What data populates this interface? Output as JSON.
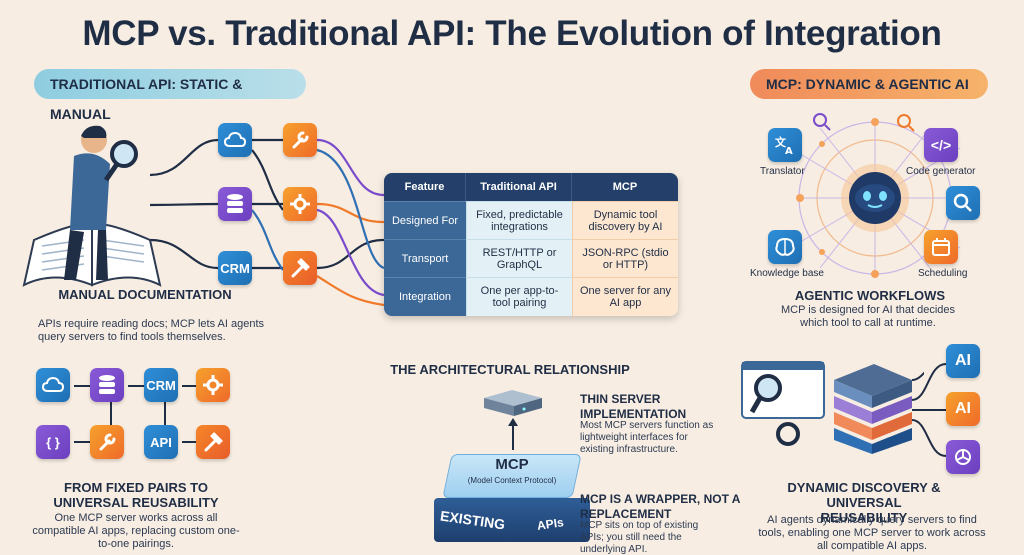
{
  "title": "MCP vs. Traditional API: The Evolution of Integration",
  "left_pill": "TRADITIONAL API: STATIC & MANUAL",
  "right_pill": "MCP: DYNAMIC & AGENTIC AI",
  "manual": {
    "heading": "MANUAL DOCUMENTATION",
    "body": "APIs require reading docs; MCP lets AI agents query servers to find tools themselves."
  },
  "left_tiles": {
    "crm": "CRM"
  },
  "table": {
    "headers": [
      "Feature",
      "Traditional API",
      "MCP"
    ],
    "rows": [
      {
        "feature": "Designed For",
        "traditional": "Fixed, predictable integrations",
        "mcp": "Dynamic tool discovery by AI"
      },
      {
        "feature": "Transport",
        "traditional": "REST/HTTP or GraphQL",
        "mcp": "JSON-RPC (stdio or HTTP)"
      },
      {
        "feature": "Integration",
        "traditional": "One per app-to-tool pairing",
        "mcp": "One server for any AI app"
      }
    ]
  },
  "agentic": {
    "labels": {
      "translator": "Translator",
      "code": "Code generator",
      "knowledge": "Knowledge base",
      "scheduling": "Scheduling"
    },
    "heading": "AGENTIC WORKFLOWS",
    "body": "MCP is designed for AI that decides which tool to call at runtime."
  },
  "fixed_pairs": {
    "tiles": {
      "crm": "CRM",
      "api": "API",
      "braces": "{ }"
    },
    "heading": "FROM FIXED PAIRS TO UNIVERSAL REUSABILITY",
    "body": "One MCP server works across all compatible AI apps, replacing custom one-to-one pairings."
  },
  "architecture": {
    "heading": "THE ARCHITECTURAL RELATIONSHIP",
    "thin_heading": "THIN SERVER IMPLEMENTATION",
    "thin_body": "Most MCP servers function as lightweight interfaces for existing infrastructure.",
    "mcp_label": "MCP",
    "mcp_sub": "(Model Context Protocol)",
    "existing_label": "EXISTING",
    "apis_label": "APIs",
    "wrapper_heading": "MCP IS A WRAPPER, NOT A REPLACEMENT",
    "wrapper_body": "MCP sits on top of existing APIs; you still need the underlying API."
  },
  "discovery": {
    "ai_1": "AI",
    "ai_2": "AI",
    "heading": "DYNAMIC DISCOVERY & UNIVERSAL REUSABILITY",
    "body": "AI agents dynamically query servers to find tools, enabling one MCP server to work across all compatible AI apps."
  },
  "colors": {
    "navy": "#1f2d45",
    "blue": "#2f8fd8",
    "purple": "#7a4ccb",
    "orange": "#f07a2a",
    "cream": "#f7ede2"
  }
}
